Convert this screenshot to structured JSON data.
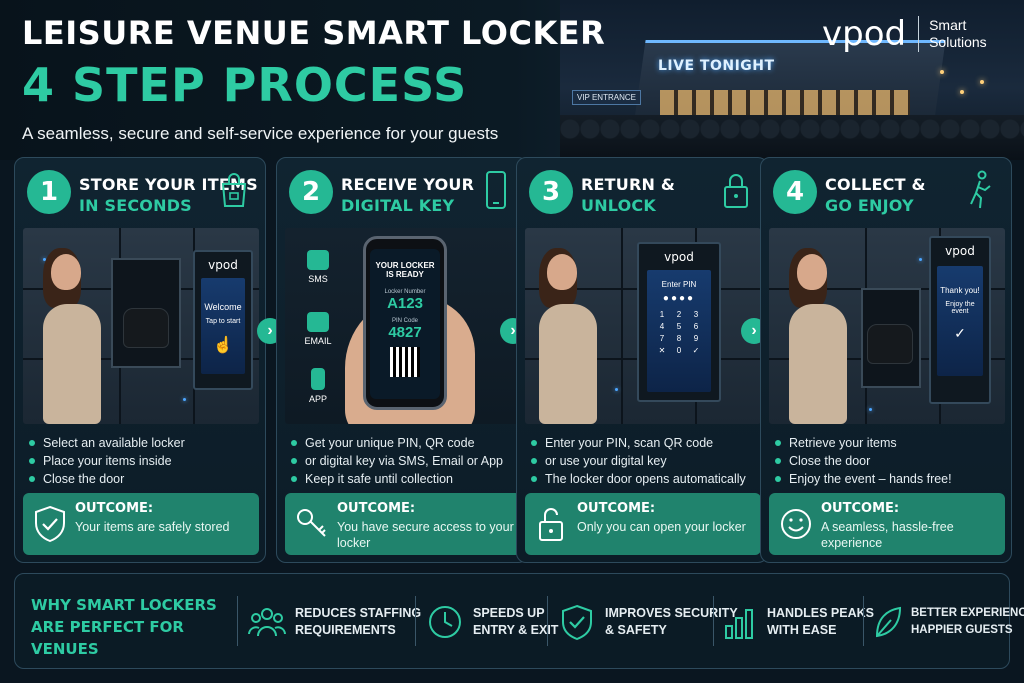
{
  "header": {
    "title_line1": "LEISURE VENUE SMART LOCKER",
    "title_line2": "4 STEP PROCESS",
    "subtitle": "A seamless, secure and self-service experience for your guests",
    "brand_logo": "vpod",
    "brand_tag_line1": "Smart",
    "brand_tag_line2": "Solutions",
    "venue_sign": "LIVE TONIGHT",
    "vip_sign": "VIP ENTRANCE"
  },
  "colors": {
    "accent": "#2ecba3",
    "accent_dark": "#20836d",
    "background": "#0a1620"
  },
  "steps": [
    {
      "number": "1",
      "title_line1": "STORE YOUR ITEMS",
      "title_line2": "IN SECONDS",
      "icon": "shopping-bag-lock-icon",
      "screen_line1": "Welcome",
      "screen_line2": "Tap to start",
      "bullets": [
        "Select an available locker",
        "Place your items inside",
        "Close the door"
      ],
      "outcome_label": "OUTCOME:",
      "outcome_text": "Your items are safely stored",
      "outcome_icon": "shield-check-icon"
    },
    {
      "number": "2",
      "title_line1": "RECEIVE YOUR",
      "title_line2": "DIGITAL KEY",
      "icon": "smartphone-icon",
      "phone_heading_line1": "YOUR LOCKER",
      "phone_heading_line2": "IS READY",
      "phone_locker_label": "Locker Number",
      "phone_locker_value": "A123",
      "phone_pin_label": "PIN Code",
      "phone_pin_value": "4827",
      "channels": [
        "SMS",
        "EMAIL",
        "APP"
      ],
      "bullets": [
        "Get your unique PIN, QR code",
        "or digital key via SMS, Email or App",
        "Keep it safe until collection"
      ],
      "outcome_label": "OUTCOME:",
      "outcome_text": "You have secure access to your locker",
      "outcome_icon": "key-icon"
    },
    {
      "number": "3",
      "title_line1": "RETURN &",
      "title_line2": "UNLOCK",
      "icon": "padlock-icon",
      "screen_line1": "Enter PIN",
      "keypad": [
        "1",
        "2",
        "3",
        "4",
        "5",
        "6",
        "7",
        "8",
        "9",
        "✕",
        "0",
        "✓"
      ],
      "bullets": [
        "Enter your PIN, scan QR code",
        "or use your digital key",
        "The locker door opens automatically"
      ],
      "outcome_label": "OUTCOME:",
      "outcome_text": "Only you can open your locker",
      "outcome_icon": "unlocked-padlock-icon"
    },
    {
      "number": "4",
      "title_line1": "COLLECT &",
      "title_line2": "GO ENJOY",
      "icon": "walking-person-icon",
      "screen_line1": "Thank you!",
      "screen_line2": "Enjoy the event",
      "bullets": [
        "Retrieve your items",
        "Close the door",
        "Enjoy the event – hands free!"
      ],
      "outcome_label": "OUTCOME:",
      "outcome_text": "A seamless, hassle-free experience",
      "outcome_icon": "smiley-icon"
    }
  ],
  "why": {
    "heading_line1": "WHY SMART LOCKERS",
    "heading_line2": "ARE PERFECT FOR VENUES",
    "benefits": [
      {
        "line1": "REDUCES STAFFING",
        "line2": "REQUIREMENTS",
        "icon": "people-icon"
      },
      {
        "line1": "SPEEDS UP",
        "line2": "ENTRY & EXIT",
        "icon": "clock-icon"
      },
      {
        "line1": "IMPROVES SECURITY",
        "line2": "& SAFETY",
        "icon": "shield-check-icon"
      },
      {
        "line1": "HANDLES PEAKS",
        "line2": "WITH EASE",
        "icon": "bar-chart-icon"
      },
      {
        "line1": "BETTER EXPERIENCE,",
        "line2": "HAPPIER GUESTS",
        "icon": "leaf-icon"
      }
    ]
  }
}
